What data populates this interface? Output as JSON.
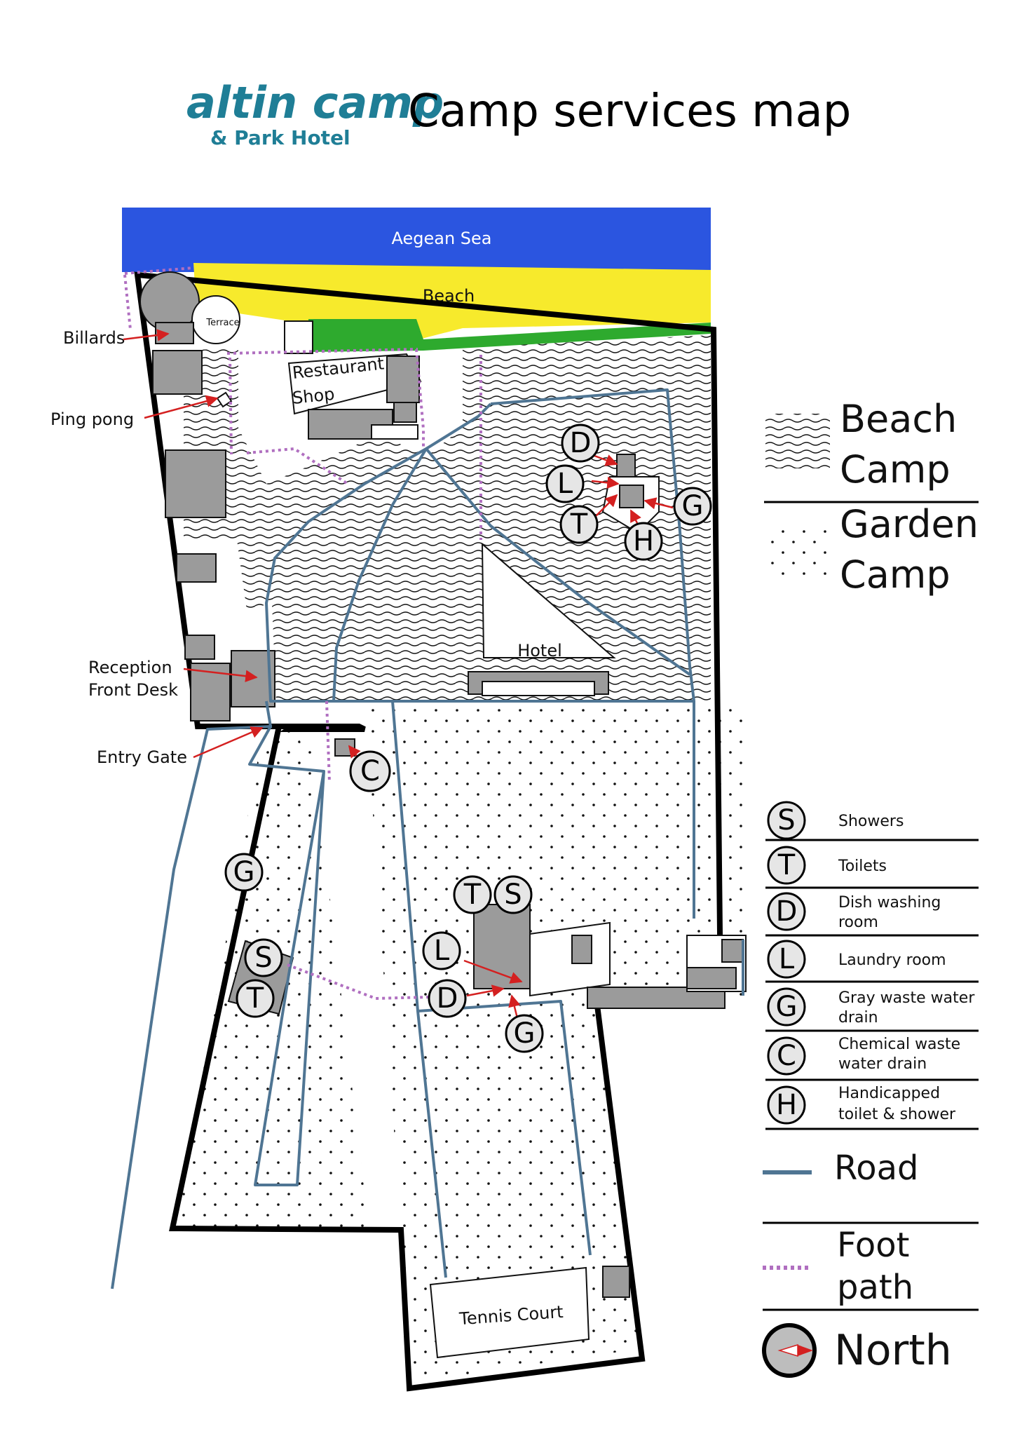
{
  "header": {
    "logo_line1": "altin camp",
    "logo_line2": "& Park Hotel",
    "title": "Camp services map"
  },
  "areas": {
    "sea": "Aegean Sea",
    "beach": "Beach",
    "hotel": "Hotel",
    "restaurant": "Restaurant",
    "shop": "Shop",
    "terrace": "Terrace",
    "tennis": "Tennis Court"
  },
  "callouts": {
    "billards": "Billards",
    "ping_pong": "Ping pong",
    "reception_1": "Reception",
    "reception_2": "Front Desk",
    "entry_gate": "Entry Gate"
  },
  "service_markers": {
    "beach_d": "D",
    "beach_l": "L",
    "beach_t": "T",
    "beach_h": "H",
    "beach_g": "G",
    "gate_c": "C",
    "road_g": "G",
    "west_s": "S",
    "west_t": "T",
    "center_t": "T",
    "center_s": "S",
    "center_l": "L",
    "center_d": "D",
    "center_g": "G"
  },
  "legend": {
    "beach_camp_1": "Beach",
    "beach_camp_2": "Camp",
    "garden_camp_1": "Garden",
    "garden_camp_2": "Camp",
    "services": [
      {
        "letter": "S",
        "label1": "Showers",
        "label2": ""
      },
      {
        "letter": "T",
        "label1": "Toilets",
        "label2": ""
      },
      {
        "letter": "D",
        "label1": "Dish washing",
        "label2": "room"
      },
      {
        "letter": "L",
        "label1": "Laundry room",
        "label2": ""
      },
      {
        "letter": "G",
        "label1": "Gray waste water",
        "label2": "drain"
      },
      {
        "letter": "C",
        "label1": "Chemical waste",
        "label2": "water drain"
      },
      {
        "letter": "H",
        "label1": "Handicapped",
        "label2": "toilet & shower"
      }
    ],
    "road": "Road",
    "foot_1": "Foot",
    "foot_2": "path",
    "north": "North"
  },
  "colors": {
    "sea": "#2b55e0",
    "beach": "#f7ea2c",
    "grass": "#2eaa2e",
    "road": "#4f7593",
    "foot_path": "#b06fc0",
    "building": "#9b9b9b",
    "arrow": "#d42020"
  }
}
